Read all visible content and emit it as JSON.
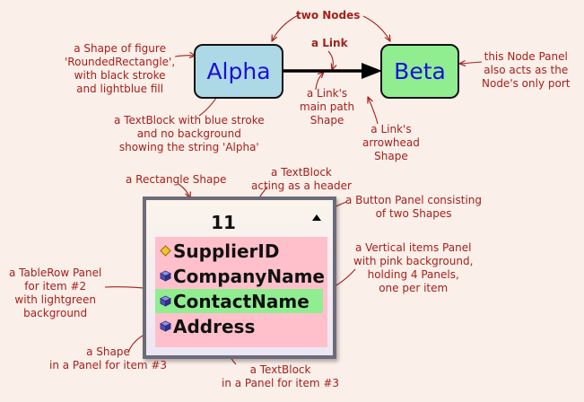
{
  "nodes": {
    "alpha": {
      "label": "Alpha",
      "fill": "#add8e6"
    },
    "beta": {
      "label": "Beta",
      "fill": "#90ee90"
    }
  },
  "table": {
    "header": "11",
    "items": [
      {
        "label": "SupplierID",
        "icon": "key-diamond-icon",
        "highlight": false
      },
      {
        "label": "CompanyName",
        "icon": "cube-icon",
        "highlight": false
      },
      {
        "label": "ContactName",
        "icon": "cube-icon",
        "highlight": true
      },
      {
        "label": "Address",
        "icon": "cube-icon",
        "highlight": false
      }
    ]
  },
  "annotations": {
    "two_nodes": "two Nodes",
    "a_link": "a Link",
    "shape_figure": [
      "a Shape of figure",
      "'RoundedRectangle',",
      "with black stroke",
      "and lightblue fill"
    ],
    "node_panel": [
      "this Node Panel",
      "also acts as the",
      "Node's only port"
    ],
    "link_path": [
      "a Link's",
      "main path",
      "Shape"
    ],
    "textblock_alpha": [
      "a TextBlock with blue stroke",
      "and no background",
      "showing the string 'Alpha'"
    ],
    "arrowhead": [
      "a Link's",
      "arrowhead",
      "Shape"
    ],
    "rectangle_shape": "a Rectangle Shape",
    "textblock_header": [
      "a TextBlock",
      "acting as a header"
    ],
    "button_panel": [
      "a Button Panel consisting",
      "of two Shapes"
    ],
    "vertical_panel": [
      "a Vertical items Panel",
      "with pink background,",
      "holding 4 Panels,",
      "one per item"
    ],
    "tablerow_panel": [
      "a TableRow Panel",
      "for item #2",
      "with lightgreen",
      "background"
    ],
    "shape_item3": [
      "a Shape",
      "in a Panel for item #3"
    ],
    "textblock_item3": [
      "a TextBlock",
      "in a Panel for item #3"
    ]
  },
  "colors": {
    "annotation": "#a6201c",
    "node_text": "#1a10d8",
    "items_background": "#ffc0cb",
    "highlight_row": "#90ee90",
    "page_background": "#fbefe9"
  }
}
